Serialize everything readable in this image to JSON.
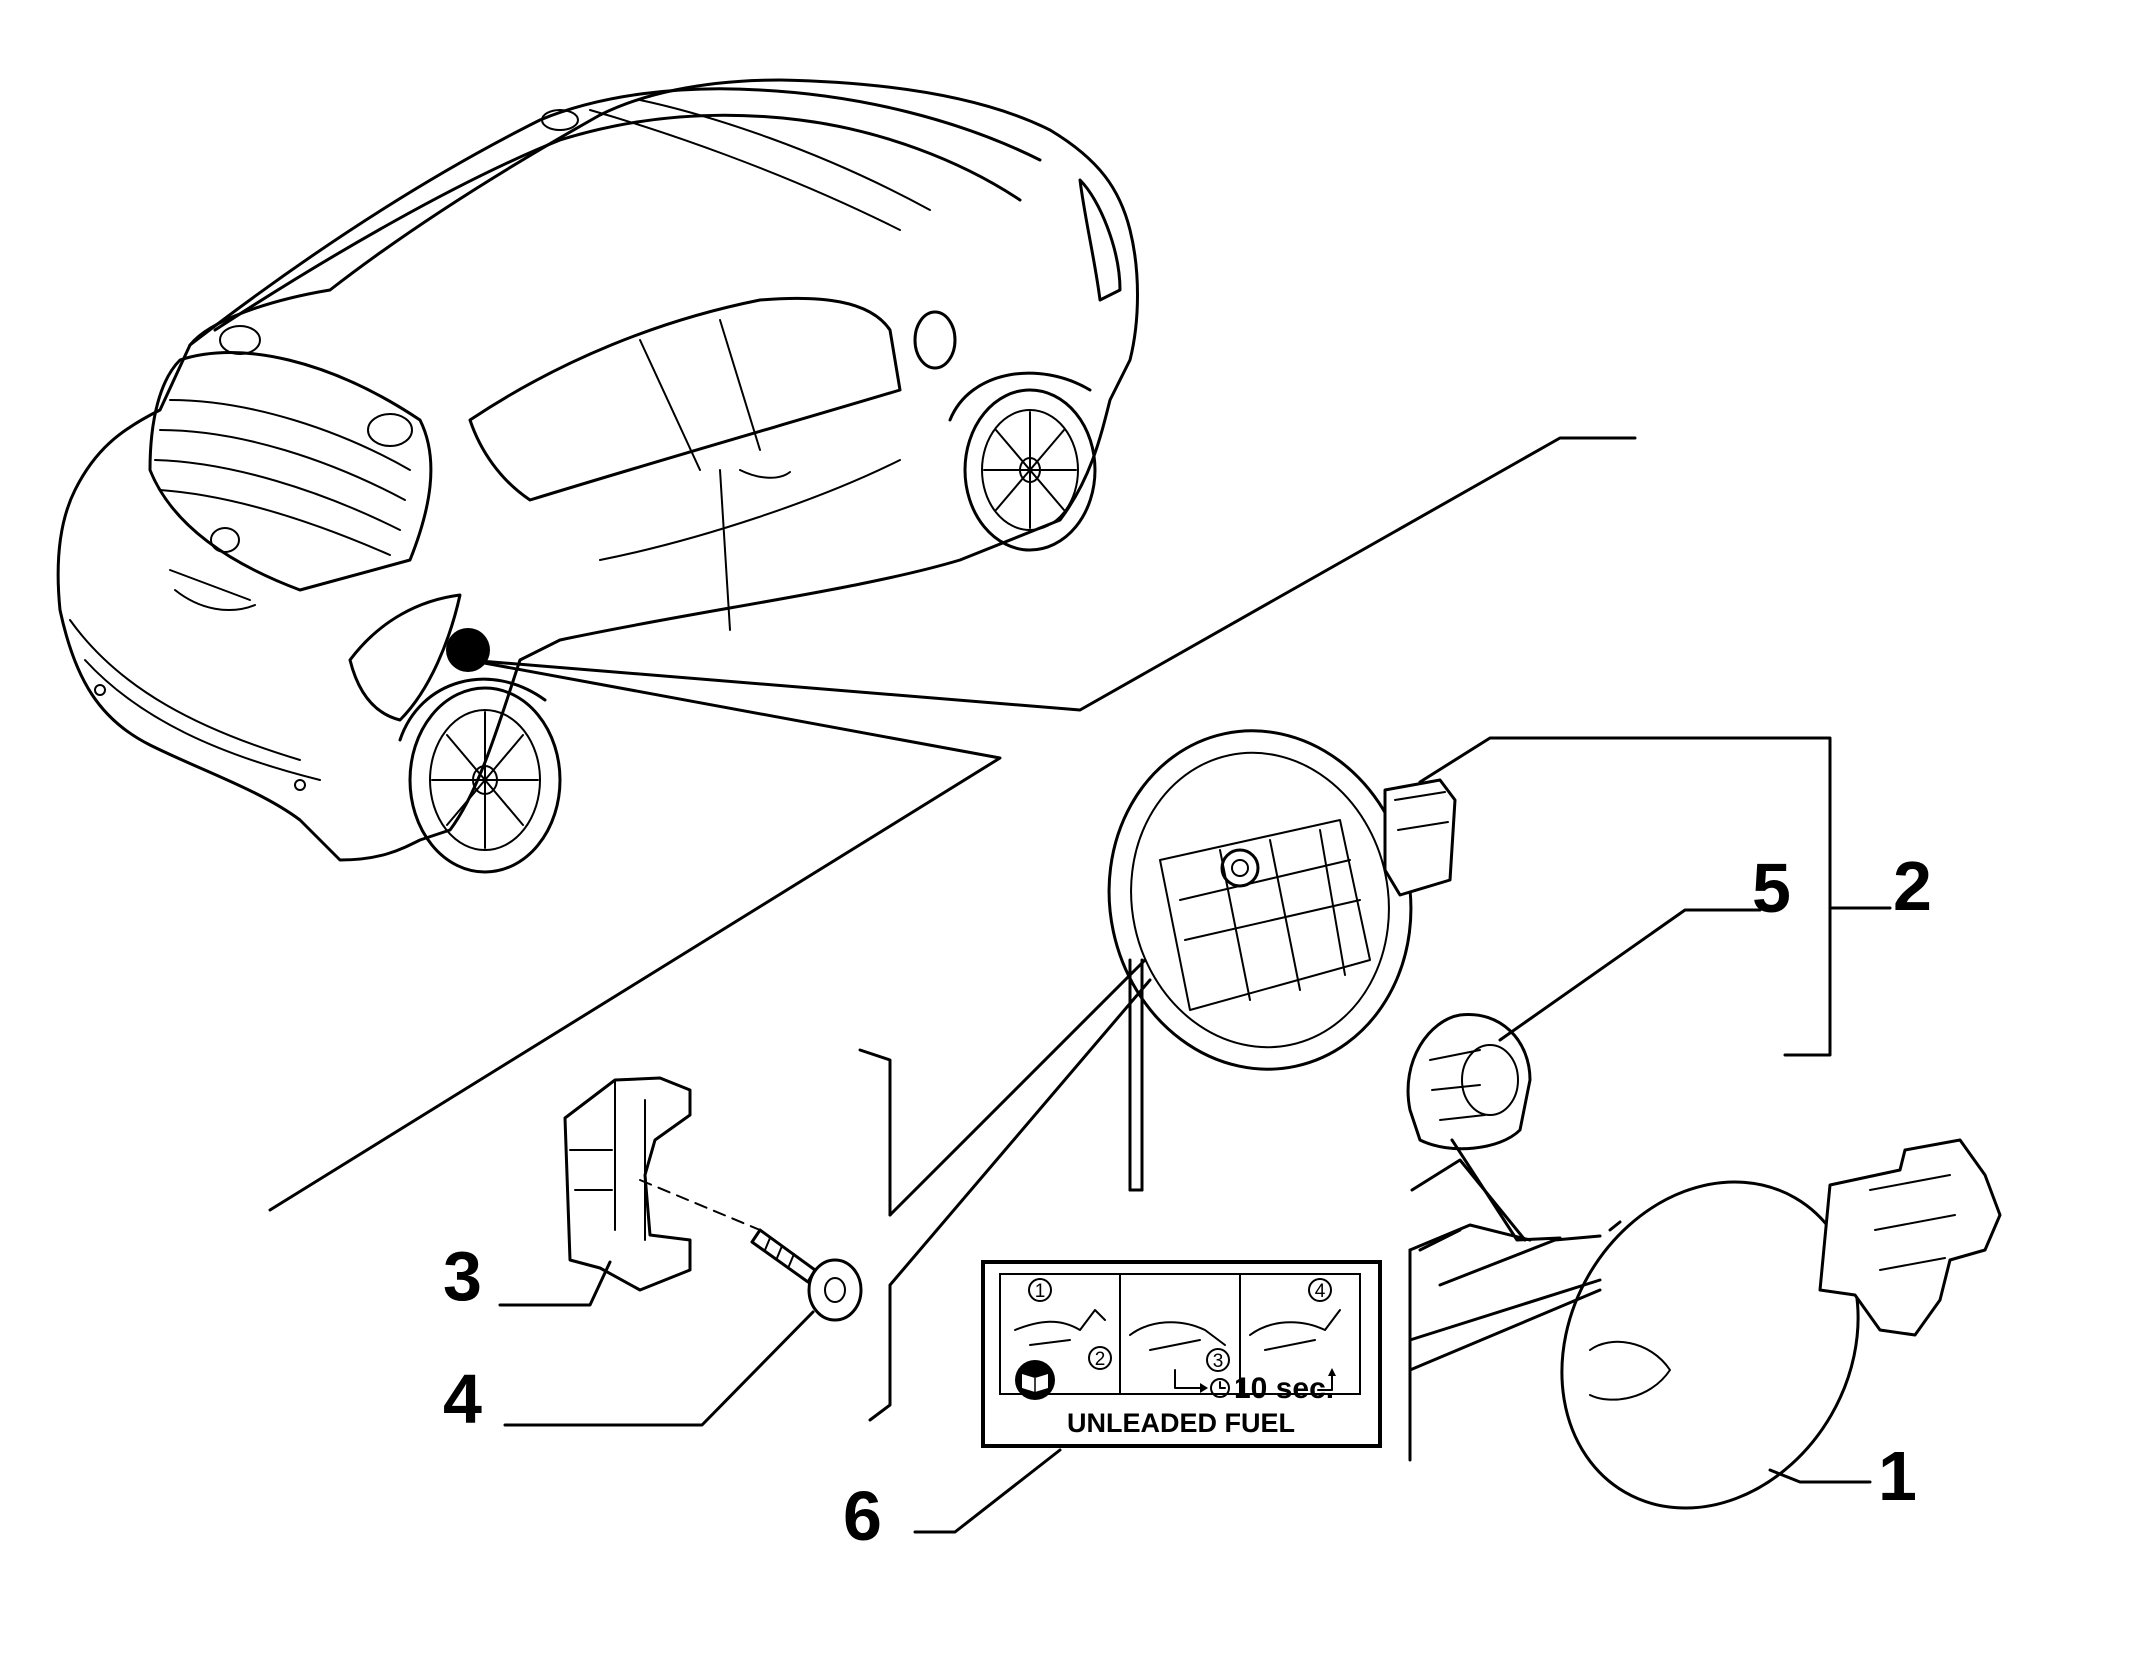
{
  "callouts": {
    "c1": "1",
    "c2": "2",
    "c3": "3",
    "c4": "4",
    "c5": "5",
    "c6": "6"
  },
  "fuel_label": {
    "time_text": "10 sec.",
    "fuel_text": "UNLEADED FUEL",
    "step1": "1",
    "step2": "2",
    "step3": "3",
    "step4": "4"
  }
}
